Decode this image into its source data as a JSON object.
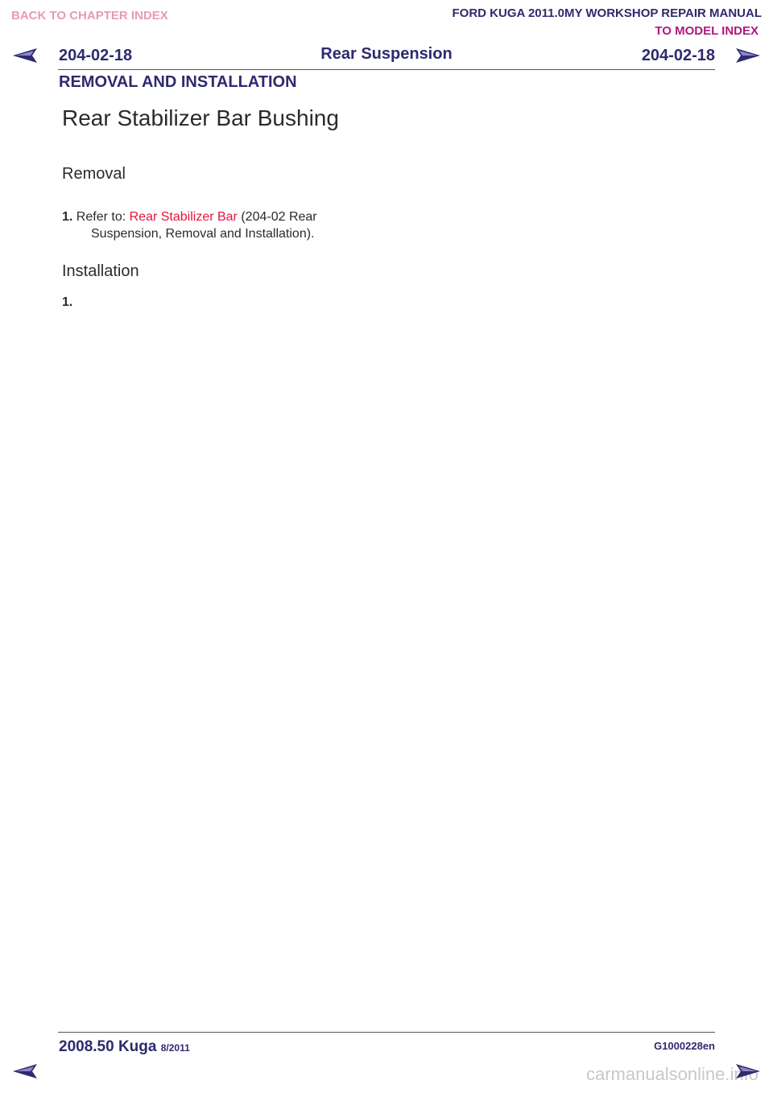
{
  "top_nav": {
    "back_to_chapter": "BACK TO CHAPTER INDEX",
    "manual_title": "FORD KUGA 2011.0MY WORKSHOP REPAIR MANUAL",
    "model_index": "TO MODEL INDEX"
  },
  "header": {
    "page_number_left": "204-02-18",
    "section_title": "Rear Suspension",
    "page_number_right": "204-02-18",
    "procedure_type": "REMOVAL AND INSTALLATION"
  },
  "content": {
    "title": "Rear Stabilizer Bar Bushing",
    "removal": {
      "heading": "Removal",
      "step_number": "1.",
      "refer_prefix": "Refer to:",
      "link_text": "Rear Stabilizer Bar",
      "refer_suffix_line1": "(204-02 Rear",
      "refer_suffix_line2": "Suspension, Removal and Installation)."
    },
    "installation": {
      "heading": "Installation",
      "step_number": "1."
    }
  },
  "footer": {
    "model": "2008.50 Kuga",
    "date": "8/2011",
    "code": "G1000228en",
    "watermark": "carmanualsonline.info"
  },
  "icons": {
    "prev": "arrow-left-icon",
    "next": "arrow-right-icon"
  },
  "colors": {
    "navy": "#2e2a6e",
    "link_red": "#e8123c",
    "magenta": "#b0177e",
    "pink": "#e79ab5"
  }
}
